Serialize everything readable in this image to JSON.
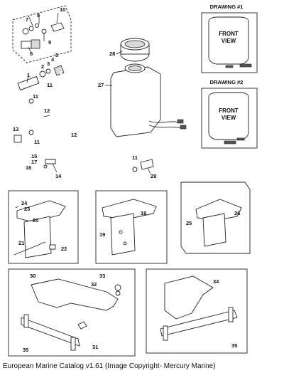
{
  "drawing1": {
    "title": "DRAWING #1",
    "front": "FRONT",
    "view": "VIEW"
  },
  "drawing2": {
    "title": "DRAWING #2",
    "front": "FRONT",
    "view": "VIEW"
  },
  "callouts": {
    "n1": "1",
    "n2": "2",
    "n3": "3",
    "n4": "4",
    "n5": "5",
    "n6": "6",
    "n7": "7",
    "n8": "8",
    "n9": "9",
    "n10": "10",
    "n11a": "11",
    "n11b": "11",
    "n11c": "11",
    "n11d": "11",
    "n12a": "12",
    "n12b": "12",
    "n13": "13",
    "n14": "14",
    "n15": "15",
    "n16": "16",
    "n17": "17",
    "n18": "18",
    "n19": "19",
    "n20": "20",
    "n21": "21",
    "n22": "22",
    "n23": "23",
    "n24": "24",
    "n25": "25",
    "n26": "26",
    "n27": "27",
    "n28": "28",
    "n29": "29",
    "n30": "30",
    "n31": "31",
    "n32": "32",
    "n33": "33",
    "n34": "34",
    "n35a": "35",
    "n35b": "35"
  },
  "footer": "European Marine Catalog v1.61 (Image Copyright- Mercury Marine)"
}
